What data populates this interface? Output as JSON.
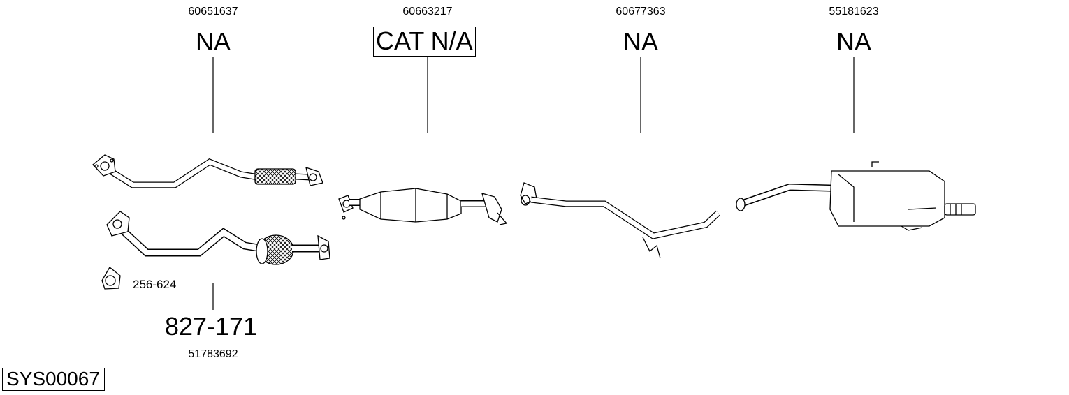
{
  "system_id": "SYS00067",
  "parts": [
    {
      "oe_number": "60651637",
      "label": "NA"
    },
    {
      "oe_number": "60663217",
      "label": "CAT N/A"
    },
    {
      "oe_number": "60677363",
      "label": "NA"
    },
    {
      "oe_number": "55181623",
      "label": "NA"
    }
  ],
  "alt_part": {
    "label": "827-171",
    "oe_number": "51783692"
  },
  "gasket": {
    "label": "256-624"
  }
}
